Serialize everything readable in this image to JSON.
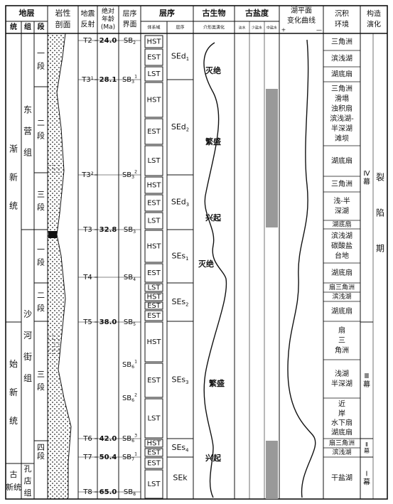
{
  "headers": {
    "stratum": "地层",
    "system": "统",
    "group": "组",
    "member": "段",
    "lithology": [
      "岩性",
      "剖面"
    ],
    "seismic": [
      "地震",
      "反射"
    ],
    "age": [
      "绝对",
      "年龄",
      "(Ma)"
    ],
    "boundary": [
      "层序",
      "界面"
    ],
    "sequence": "层序",
    "systems_tract": "体系域",
    "sequence_sub": "层序",
    "paleo": "古生物",
    "paleo_sub": "介形类演化",
    "salinity": "古盐度",
    "salinity_subs": [
      "淡水",
      "少盐水",
      "中盐水"
    ],
    "lake": [
      "湖平面",
      "变化曲线"
    ],
    "lake_plus": "+",
    "lake_minus": "—",
    "environment": [
      "沉积",
      "环境"
    ],
    "tectonic": [
      "构造",
      "演化"
    ]
  },
  "systems": [
    {
      "label": [
        "渐",
        "新",
        "统"
      ]
    },
    {
      "label": [
        "始",
        "新",
        "统"
      ]
    },
    {
      "label": [
        "古",
        "新统"
      ]
    }
  ],
  "groups": [
    {
      "label": [
        "东",
        "营",
        "组"
      ]
    },
    {
      "label": [
        "沙",
        "河",
        "街",
        "组"
      ]
    },
    {
      "label": [
        "孔",
        "店",
        "组"
      ]
    }
  ],
  "members": [
    {
      "label": [
        "一",
        "段"
      ]
    },
    {
      "label": [
        "二",
        "段"
      ]
    },
    {
      "label": [
        "三",
        "段"
      ]
    },
    {
      "label": [
        "一",
        "段"
      ]
    },
    {
      "label": [
        "二",
        "段"
      ]
    },
    {
      "label": [
        "三",
        "段"
      ]
    },
    {
      "label": [
        "四",
        "段"
      ]
    }
  ],
  "seismic": [
    "T2",
    "T3¹",
    "T3²",
    "T3",
    "T4",
    "T5",
    "T6",
    "T7",
    "T8"
  ],
  "ages": [
    "24.0",
    "28.1",
    "32.8",
    "38.0",
    "42.0",
    "50.4",
    "65.0"
  ],
  "boundaries": {
    "b1": {
      "base": "SB",
      "sub": "2"
    },
    "b2": {
      "base": "SB",
      "sub": "3",
      "sup": "1"
    },
    "b3": {
      "base": "SB",
      "sub": "3",
      "sup": "2"
    },
    "b4": {
      "base": "SB",
      "sub": "3"
    },
    "b5": {
      "base": "SB",
      "sub": "4"
    },
    "b6": {
      "base": "SB",
      "sub": "5"
    },
    "b7": {
      "base": "SB",
      "sub": "6",
      "sup": "1"
    },
    "b8": {
      "base": "SB",
      "sub": "6",
      "sup": "2"
    },
    "b9": {
      "base": "SB",
      "sub": "6",
      "sup": "3"
    },
    "b10": {
      "base": "SB",
      "sub": "7",
      "sup": "1"
    },
    "b11": {
      "base": "SB",
      "sub": "8"
    }
  },
  "tracts": [
    "HST",
    "EST",
    "LST",
    "HST",
    "EST",
    "LST",
    "HST",
    "EST",
    "LST",
    "HST",
    "EST",
    "LST",
    "HST",
    "EST",
    "EST",
    "HST",
    "EST",
    "LST",
    "HST",
    "EST",
    "EST",
    "LST"
  ],
  "sequences": [
    {
      "base": "SEd",
      "sub": "1"
    },
    {
      "base": "SEd",
      "sub": "2"
    },
    {
      "base": "SEd",
      "sub": "3"
    },
    {
      "base": "SEs",
      "sub": "1"
    },
    {
      "base": "SEs",
      "sub": "2"
    },
    {
      "base": "SEs",
      "sub": "3"
    },
    {
      "base": "SEs",
      "sub": "4"
    },
    {
      "base": "SEk"
    }
  ],
  "paleo_labels": [
    "灭绝",
    "繁盛",
    "兴起",
    "灭绝",
    "繁盛",
    "兴起"
  ],
  "environments": [
    [
      "三角洲"
    ],
    [
      "滨浅湖"
    ],
    [
      "湖底扇"
    ],
    [
      "三角洲",
      "滑塌",
      "浊积扇",
      "滨浅湖-",
      "半深湖",
      "滩坝"
    ],
    [
      "湖底扇"
    ],
    [
      "三角洲"
    ],
    [
      "浅-半",
      "深湖"
    ],
    [
      "湖底扇"
    ],
    [
      "滨浅湖",
      "碳酸盐",
      "台地"
    ],
    [
      "湖底扇"
    ],
    [
      "扇三角洲"
    ],
    [
      "滨浅湖"
    ],
    [
      "湖底扇"
    ],
    [
      "扇",
      "三",
      "角洲"
    ],
    [
      "浅湖",
      "半深湖"
    ],
    [
      "近",
      "岸",
      "水下扇",
      "湖底扇"
    ],
    [
      "扇三角洲"
    ],
    [
      "滨浅湖"
    ],
    [
      "干盐湖"
    ]
  ],
  "tectonic_stages": [
    {
      "label": [
        "Ⅳ",
        "幕"
      ]
    },
    {
      "label": [
        "Ⅲ",
        "幕"
      ]
    },
    {
      "label": [
        "Ⅱ",
        "幕"
      ]
    },
    {
      "label": [
        "Ⅰ",
        "幕"
      ]
    }
  ],
  "tectonic_phase": [
    "裂",
    "陷",
    "期"
  ]
}
